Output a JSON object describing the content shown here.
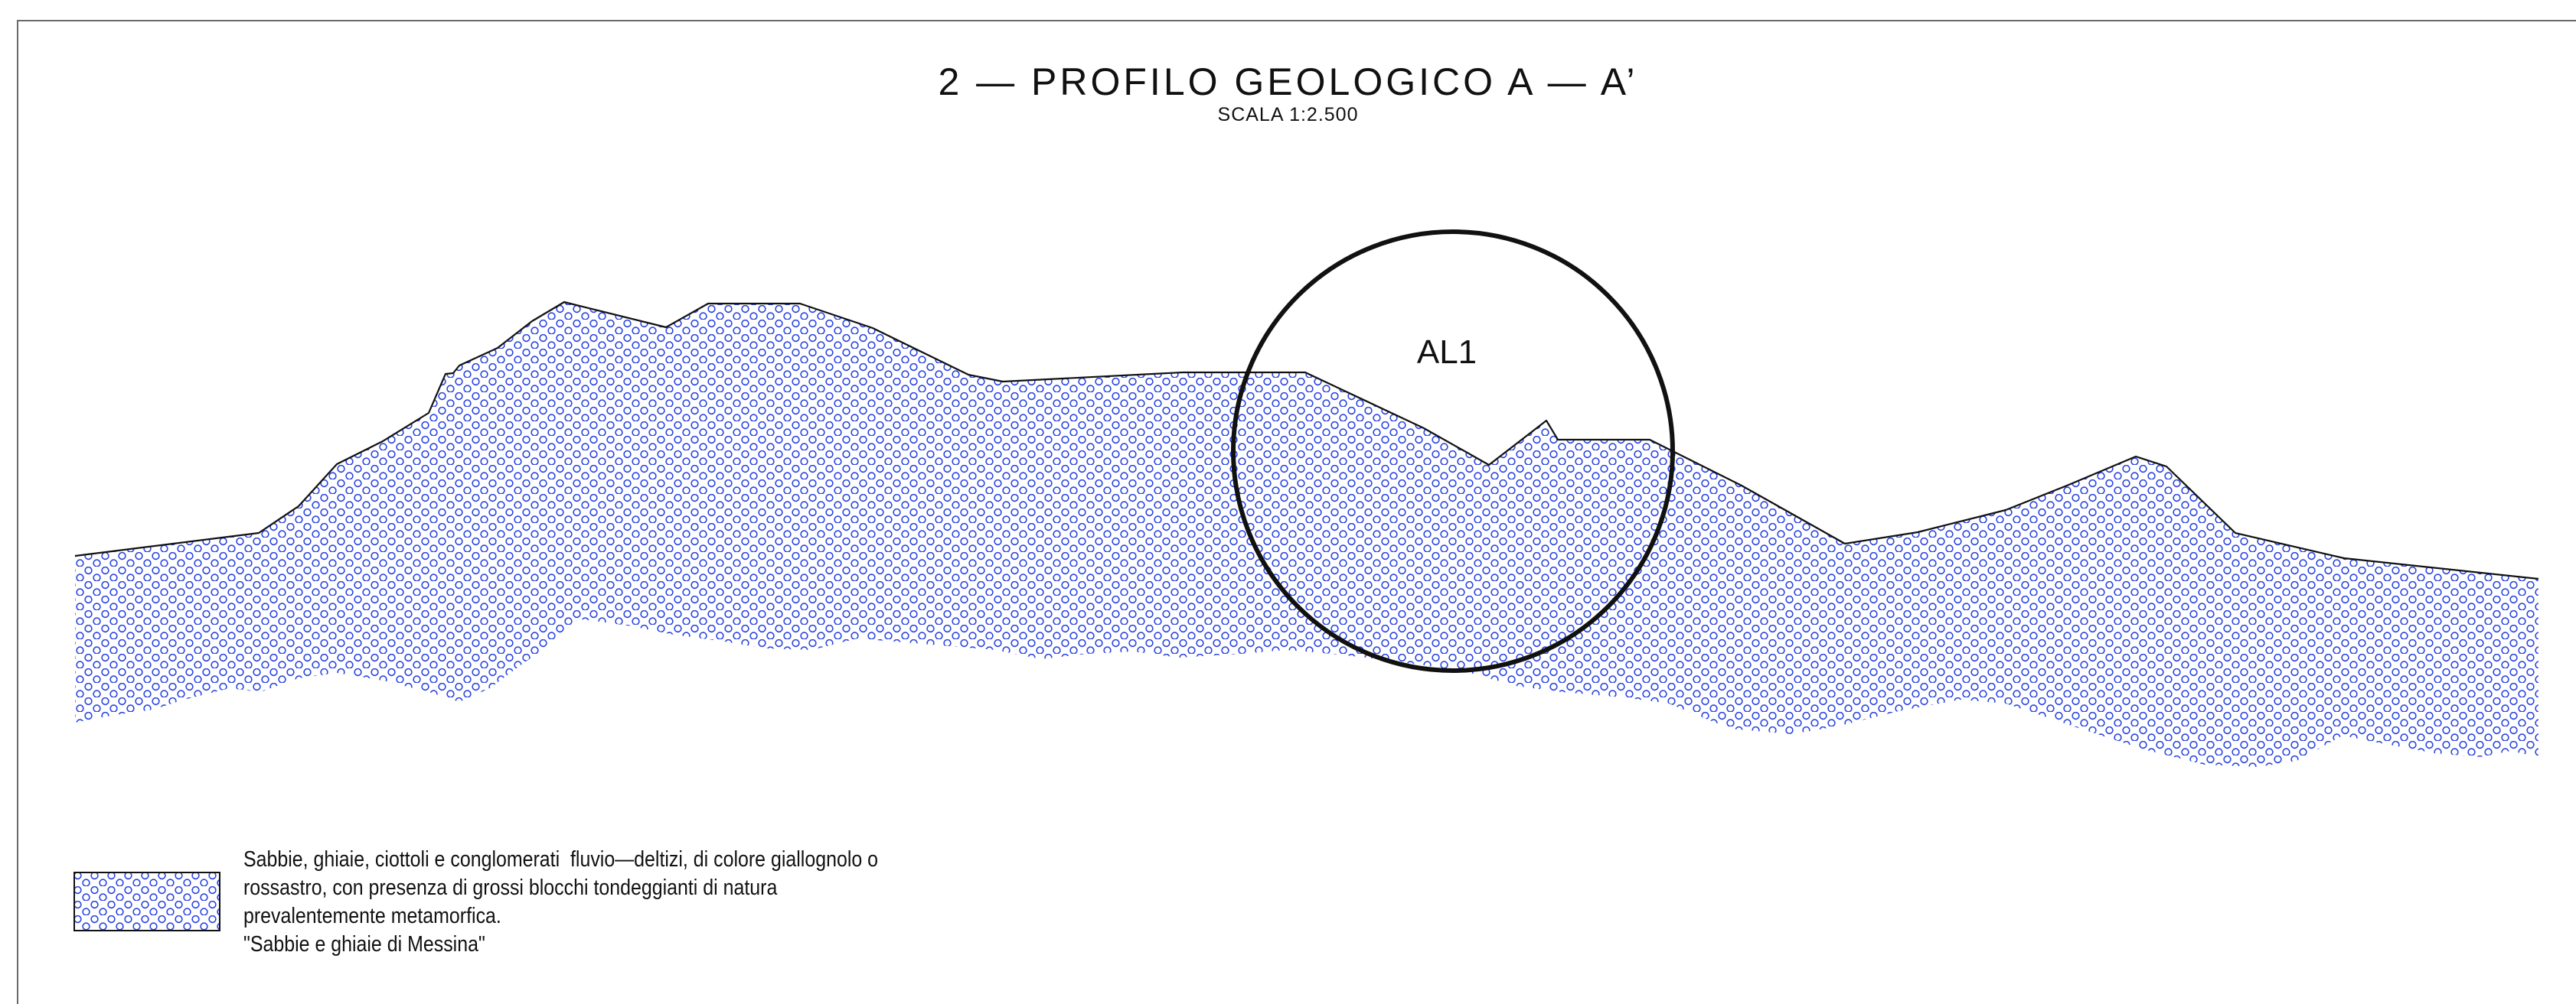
{
  "title": "2 — PROFILO GEOLOGICO A — A’",
  "scale": "SCALA 1:2.500",
  "callout": {
    "label": "AL1"
  },
  "colors": {
    "hatch": "#2a44e0",
    "outline": "#111111"
  },
  "legend": {
    "lines": [
      "Sabbie, ghiaie, ciottoli e conglomerati  fluvio—deltizi, di colore giallognolo o",
      "rossastro, con presenza di grossi blocchi tondeggianti di natura",
      "prevalentemente metamorfica.",
      "\"Sabbie e ghiaie di Messina\""
    ],
    "pattern_icon": "circle-hatch-pattern-icon"
  }
}
